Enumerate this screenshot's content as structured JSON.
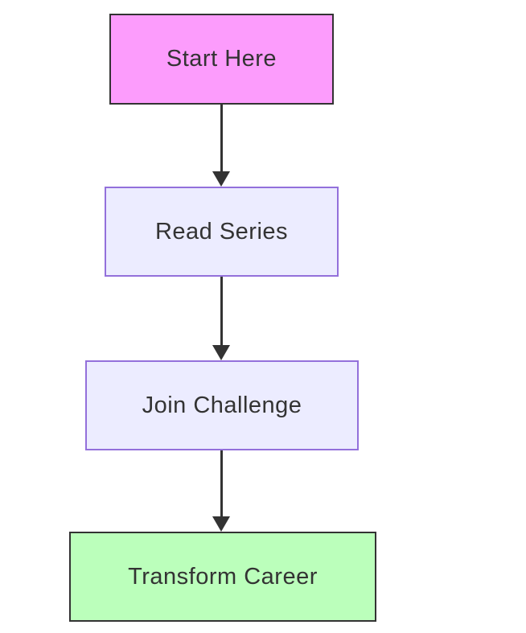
{
  "diagram": {
    "type": "flowchart",
    "direction": "top-down",
    "background_color": "#ffffff",
    "text_color": "#333333",
    "edge_color": "#333333",
    "nodes": [
      {
        "id": "start",
        "label": "Start Here",
        "fill": "#fc9cfc",
        "stroke": "#333333",
        "stroke_width": "2px"
      },
      {
        "id": "read",
        "label": "Read Series",
        "fill": "#ececff",
        "stroke": "#9370db",
        "stroke_width": "2px"
      },
      {
        "id": "join",
        "label": "Join Challenge",
        "fill": "#ececff",
        "stroke": "#9370db",
        "stroke_width": "2px"
      },
      {
        "id": "transform",
        "label": "Transform Career",
        "fill": "#bbffbb",
        "stroke": "#333333",
        "stroke_width": "2px"
      }
    ],
    "edges": [
      {
        "from": "start",
        "to": "read"
      },
      {
        "from": "read",
        "to": "join"
      },
      {
        "from": "join",
        "to": "transform"
      }
    ]
  }
}
